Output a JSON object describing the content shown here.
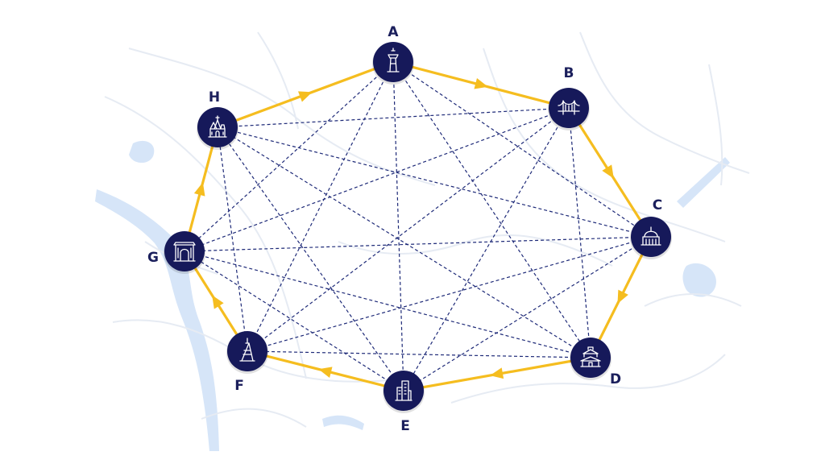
{
  "diagram": {
    "colors": {
      "node_fill": "#16195a",
      "icon_stroke": "#ffffff",
      "label": "#1b1f5c",
      "tour_edge": "#f5bd1f",
      "mesh_edge": "#1e2a78",
      "map_roads": "#e3e8f2",
      "map_water": "#cfe0f6"
    },
    "nodes": [
      {
        "id": "A",
        "label": "A",
        "icon": "tower-icon"
      },
      {
        "id": "B",
        "label": "B",
        "icon": "bridge-icon"
      },
      {
        "id": "C",
        "label": "C",
        "icon": "domed-building-icon"
      },
      {
        "id": "D",
        "label": "D",
        "icon": "pagoda-castle-icon"
      },
      {
        "id": "E",
        "label": "E",
        "icon": "skyscraper-icon"
      },
      {
        "id": "F",
        "label": "F",
        "icon": "tokyo-tower-icon"
      },
      {
        "id": "G",
        "label": "G",
        "icon": "gate-icon"
      },
      {
        "id": "H",
        "label": "H",
        "icon": "church-icon"
      }
    ],
    "tour_edges": [
      [
        "A",
        "B"
      ],
      [
        "B",
        "C"
      ],
      [
        "C",
        "D"
      ],
      [
        "D",
        "E"
      ],
      [
        "E",
        "F"
      ],
      [
        "F",
        "G"
      ],
      [
        "G",
        "H"
      ],
      [
        "H",
        "A"
      ]
    ],
    "mesh_edges": "all-pairs-dashed"
  }
}
